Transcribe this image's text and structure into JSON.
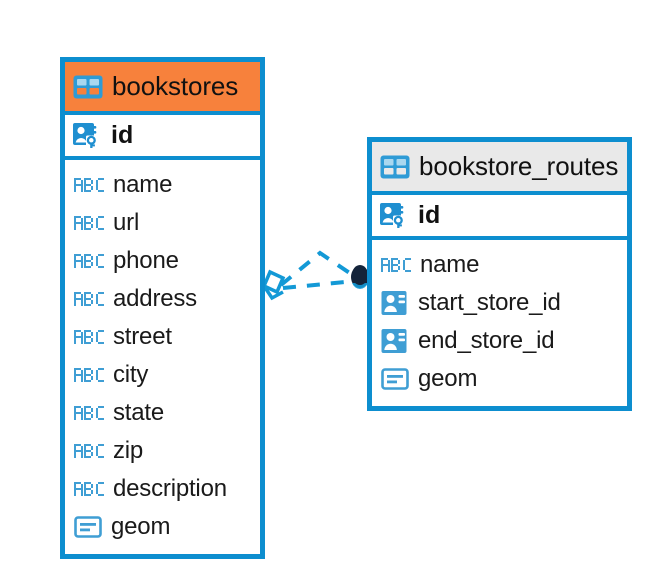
{
  "diagram": {
    "type": "entity-relationship-diagram",
    "background_color": "#ffffff",
    "accent_color": "#0d8ecf",
    "highlight_color": "#f7813c",
    "neutral_header_color": "#e9e9e9"
  },
  "tables": [
    {
      "name": "bookstores",
      "title": "bookstores",
      "header_style": "accent",
      "icon": "table-icon",
      "primary_key": {
        "label": "id",
        "icon": "primary-key-icon"
      },
      "columns": [
        {
          "label": "name",
          "icon": "text-column-icon"
        },
        {
          "label": "url",
          "icon": "text-column-icon"
        },
        {
          "label": "phone",
          "icon": "text-column-icon"
        },
        {
          "label": "address",
          "icon": "text-column-icon"
        },
        {
          "label": "street",
          "icon": "text-column-icon"
        },
        {
          "label": "city",
          "icon": "text-column-icon"
        },
        {
          "label": "state",
          "icon": "text-column-icon"
        },
        {
          "label": "zip",
          "icon": "text-column-icon"
        },
        {
          "label": "description",
          "icon": "text-column-icon"
        },
        {
          "label": "geom",
          "icon": "geometry-column-icon"
        }
      ]
    },
    {
      "name": "bookstore_routes",
      "title": "bookstore_routes",
      "header_style": "neutral",
      "icon": "table-icon",
      "primary_key": {
        "label": "id",
        "icon": "primary-key-icon"
      },
      "columns": [
        {
          "label": "name",
          "icon": "text-column-icon"
        },
        {
          "label": "start_store_id",
          "icon": "foreign-key-icon"
        },
        {
          "label": "end_store_id",
          "icon": "foreign-key-icon"
        },
        {
          "label": "geom",
          "icon": "geometry-column-icon"
        }
      ]
    }
  ],
  "relationships": {
    "line_style": "dashed",
    "line_color": "#1399d6",
    "source_marker": "diamond-marker",
    "target_marker": "filled-circle-marker"
  }
}
